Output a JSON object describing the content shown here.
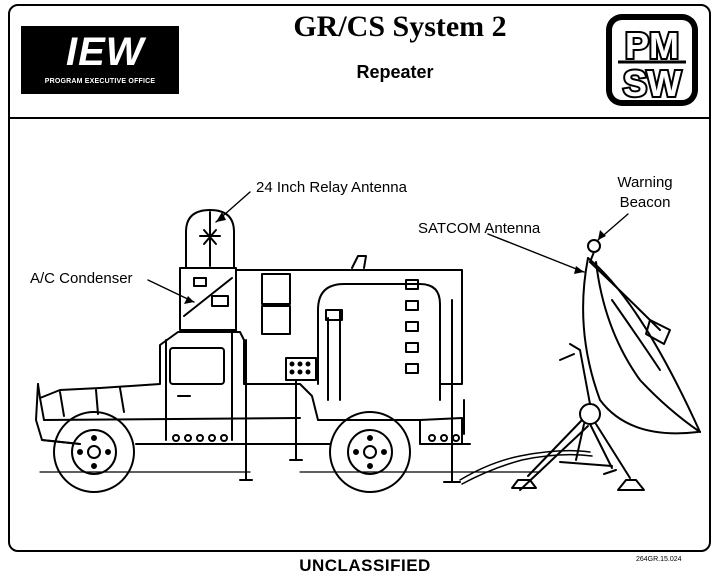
{
  "header": {
    "logo_left": {
      "main": "IEW",
      "sub": "PROGRAM EXECUTIVE OFFICE"
    },
    "title": "GR/CS System 2",
    "subtitle": "Repeater",
    "logo_right": {
      "line1": "PM",
      "line2": "SW"
    }
  },
  "diagram": {
    "labels": {
      "relay_antenna": "24 Inch Relay Antenna",
      "condenser": "A/C Condenser",
      "satcom": "SATCOM Antenna",
      "beacon_line1": "Warning",
      "beacon_line2": "Beacon"
    }
  },
  "footer": {
    "classification": "UNCLASSIFIED",
    "doc_number": "264GR.15.024"
  }
}
